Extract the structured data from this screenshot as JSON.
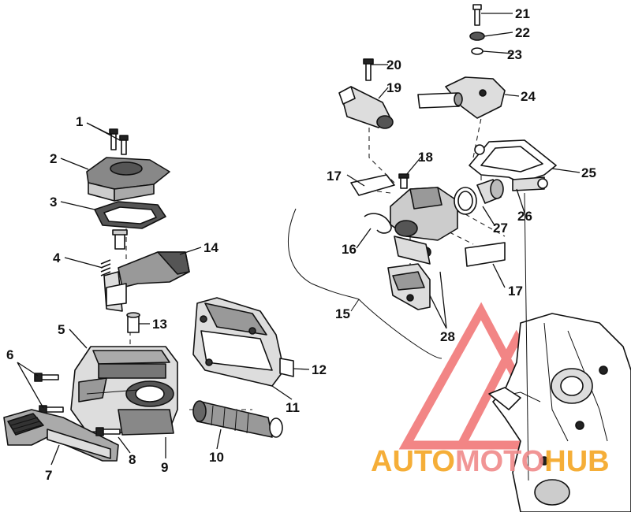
{
  "callouts": [
    {
      "id": "1",
      "label": "1"
    },
    {
      "id": "2",
      "label": "2"
    },
    {
      "id": "3",
      "label": "3"
    },
    {
      "id": "4",
      "label": "4"
    },
    {
      "id": "5",
      "label": "5"
    },
    {
      "id": "6",
      "label": "6"
    },
    {
      "id": "7",
      "label": "7"
    },
    {
      "id": "8",
      "label": "8"
    },
    {
      "id": "9",
      "label": "9"
    },
    {
      "id": "10",
      "label": "10"
    },
    {
      "id": "11",
      "label": "11"
    },
    {
      "id": "12",
      "label": "12"
    },
    {
      "id": "13",
      "label": "13"
    },
    {
      "id": "14",
      "label": "14"
    },
    {
      "id": "15",
      "label": "15"
    },
    {
      "id": "16",
      "label": "16"
    },
    {
      "id": "17a",
      "label": "17"
    },
    {
      "id": "17b",
      "label": "17"
    },
    {
      "id": "18",
      "label": "18"
    },
    {
      "id": "19",
      "label": "19"
    },
    {
      "id": "20",
      "label": "20"
    },
    {
      "id": "21",
      "label": "21"
    },
    {
      "id": "22",
      "label": "22"
    },
    {
      "id": "23",
      "label": "23"
    },
    {
      "id": "24",
      "label": "24"
    },
    {
      "id": "25",
      "label": "25"
    },
    {
      "id": "26",
      "label": "26"
    },
    {
      "id": "27",
      "label": "27"
    },
    {
      "id": "28",
      "label": "28"
    }
  ],
  "watermark": {
    "part1": "AUTO",
    "part2": "MOTO",
    "part3": "HUB",
    "color_primary": "#f5a623",
    "color_secondary": "#f08a8a",
    "color_tertiary": "#f07070"
  }
}
